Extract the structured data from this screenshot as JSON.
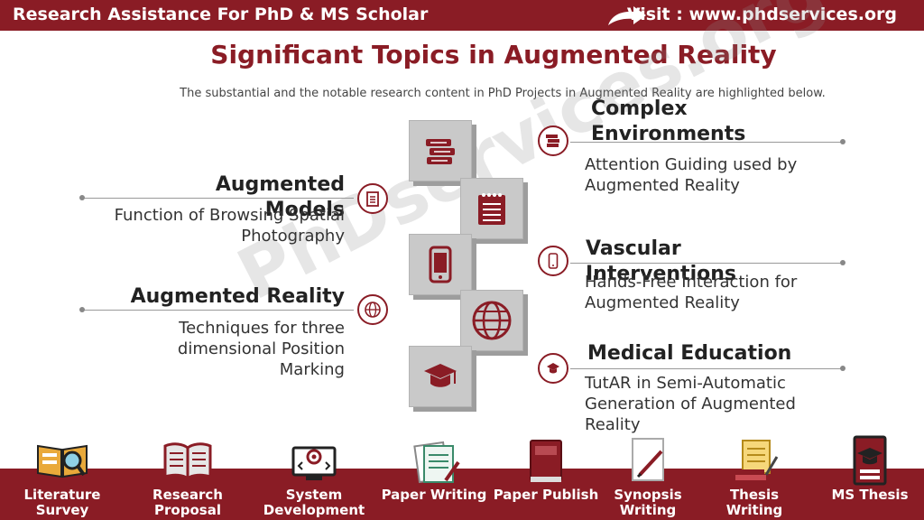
{
  "header": {
    "left_title": "Research Assistance For PhD & MS Scholar",
    "visit": "Visit : www.phdservices.org"
  },
  "page_title": "Significant Topics in Augmented Reality",
  "subtitle": "The substantial and the notable research content in PhD Projects in Augmented Reality are highlighted below.",
  "watermark": "PhDservices.org",
  "topics_left": [
    {
      "title": "Augmented Models",
      "desc": "Function of Browsing Spatial Photography",
      "icon": "notepad-icon"
    },
    {
      "title": "Augmented Reality",
      "desc": "Techniques for three dimensional Position Marking",
      "icon": "globe-icon"
    }
  ],
  "topics_right": [
    {
      "title": "Complex Environments",
      "desc": "Attention Guiding used by Augmented Reality",
      "icon": "books-icon"
    },
    {
      "title": "Vascular Interventions",
      "desc": "Hands-Free Interaction for Augmented Reality",
      "icon": "mobile-icon"
    },
    {
      "title": "Medical Education",
      "desc": "TutAR in Semi-Automatic Generation of Augmented Reality",
      "icon": "graduation-cap-icon"
    }
  ],
  "services": [
    {
      "label": "Literature Survey",
      "icon": "literature-survey-icon"
    },
    {
      "label": "Research Proposal",
      "icon": "research-proposal-icon"
    },
    {
      "label": "System Development",
      "icon": "system-development-icon"
    },
    {
      "label": "Paper Writing",
      "icon": "paper-writing-icon"
    },
    {
      "label": "Paper Publish",
      "icon": "paper-publish-icon"
    },
    {
      "label": "Synopsis Writing",
      "icon": "synopsis-writing-icon"
    },
    {
      "label": "Thesis Writing",
      "icon": "thesis-writing-icon"
    },
    {
      "label": "MS Thesis",
      "icon": "ms-thesis-icon"
    }
  ],
  "colors": {
    "brand": "#8a1c25",
    "cube": "#c9c9c9"
  }
}
